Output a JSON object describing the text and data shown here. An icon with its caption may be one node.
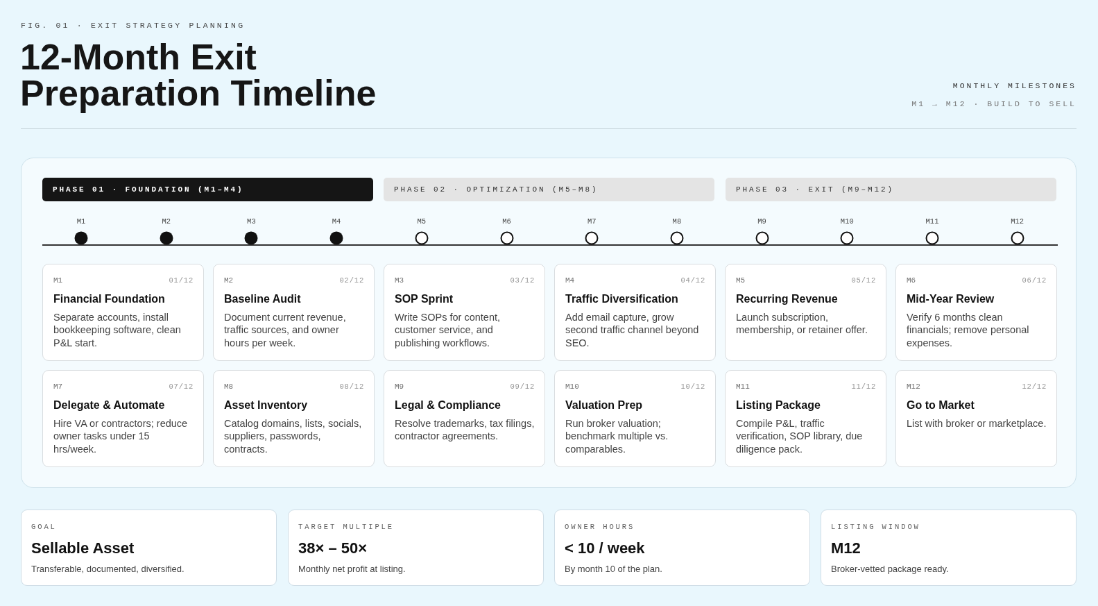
{
  "diagram": {
    "title": "12-Month Exit Preparation Timeline",
    "nodes": [
      {
        "text": [],
        "shape": "box"
      },
      {
        "text": [
          "PHASE 01 · FOUNDATION (M1–M4)"
        ],
        "in": 0
      },
      {
        "text": [
          "PHASE 02 · OPTIMIZATION (M5–M8)"
        ],
        "in": 0
      },
      {
        "text": [
          "PHASE 03 · EXIT (M9–M12)"
        ],
        "in": 0
      },
      {
        "text": [
          "M1"
        ],
        "in": 0
      },
      {
        "text": [
          "M2"
        ],
        "in": 0
      },
      {
        "text": [
          "M3"
        ],
        "in": 0
      },
      {
        "text": [
          "M4"
        ],
        "in": 0
      },
      {
        "text": [
          "M5"
        ],
        "in": 0
      },
      {
        "text": [
          "M6"
        ],
        "in": 0
      },
      {
        "text": [
          "M7"
        ],
        "in": 0
      },
      {
        "text": [
          "M8"
        ],
        "in": 0
      },
      {
        "text": [
          "M9"
        ],
        "in": 0
      },
      {
        "text": [
          "M10"
        ],
        "in": 0
      },
      {
        "text": [
          "M11"
        ],
        "in": 0
      },
      {
        "text": [
          "M12"
        ],
        "in": 0
      },
      {
        "text": [
          "M1",
          "01/12",
          "Financial Foundation",
          "Separate accounts, install bookkeeping software, clean P&L start."
        ],
        "in": 0
      },
      {
        "text": [
          "M2",
          "02/12",
          "Baseline Audit",
          "Document current revenue, traffic sources, and owner hours per week."
        ],
        "in": 0
      },
      {
        "text": [
          "M3",
          "03/12",
          "SOP Sprint",
          "Write SOPs for content, customer service, and publishing workflows."
        ],
        "in": 0
      },
      {
        "text": [
          "M4",
          "04/12",
          "Traffic Diversification",
          "Add email capture, grow second traffic channel beyond SEO."
        ],
        "in": 0
      },
      {
        "text": [
          "M5",
          "05/12",
          "Recurring Revenue",
          "Launch subscription, membership, or retainer offer."
        ],
        "in": 0
      },
      {
        "text": [
          "M6",
          "06/12",
          "Mid-Year Review",
          "Verify 6 months clean financials; remove personal expenses."
        ],
        "in": 0
      },
      {
        "text": [
          "M7",
          "07/12",
          "Delegate & Automate",
          "Hire VA or contractors; reduce owner tasks under 15 hrs/week."
        ],
        "in": 0
      },
      {
        "text": [
          "M8",
          "08/12",
          "Asset Inventory",
          "Catalog domains, lists, socials, suppliers, passwords, contracts."
        ],
        "in": 0
      },
      {
        "text": [
          "M9",
          "09/12",
          "Legal & Compliance",
          "Resolve trademarks, tax filings, contractor agreements."
        ],
        "in": 0
      },
      {
        "text": [
          "M10",
          "10/12",
          "Valuation Prep",
          "Run broker valuation; benchmark multiple vs. comparables."
        ],
        "in": 0
      },
      {
        "text": [
          "M11",
          "11/12",
          "Listing Package",
          "Compile P&L, traffic verification, SOP library, due diligence pack."
        ],
        "in": 0
      },
      {
        "text": [
          "M12",
          "12/12",
          "Go to Market",
          "List with broker or marketplace."
        ],
        "in": 0
      },
      {
        "text": [
          "GOAL",
          "Sellable Asset",
          "Transferable, documented, diversified."
        ]
      },
      {
        "text": [
          "TARGET MULTIPLE",
          "38× – 50×",
          "Monthly net profit at listing."
        ]
      },
      {
        "text": [
          "OWNER HOURS",
          "< 10 / week",
          "By month 10 of the plan."
        ]
      },
      {
        "text": [
          "LISTING WINDOW",
          "M12",
          "Broker-vetted package ready."
        ]
      }
    ],
    "labels": [
      "FIG. 01 · EXIT STRATEGY PLANNING",
      "MONTHLY MILESTONES",
      "M1 → M12 · BUILD TO SELL"
    ]
  }
}
